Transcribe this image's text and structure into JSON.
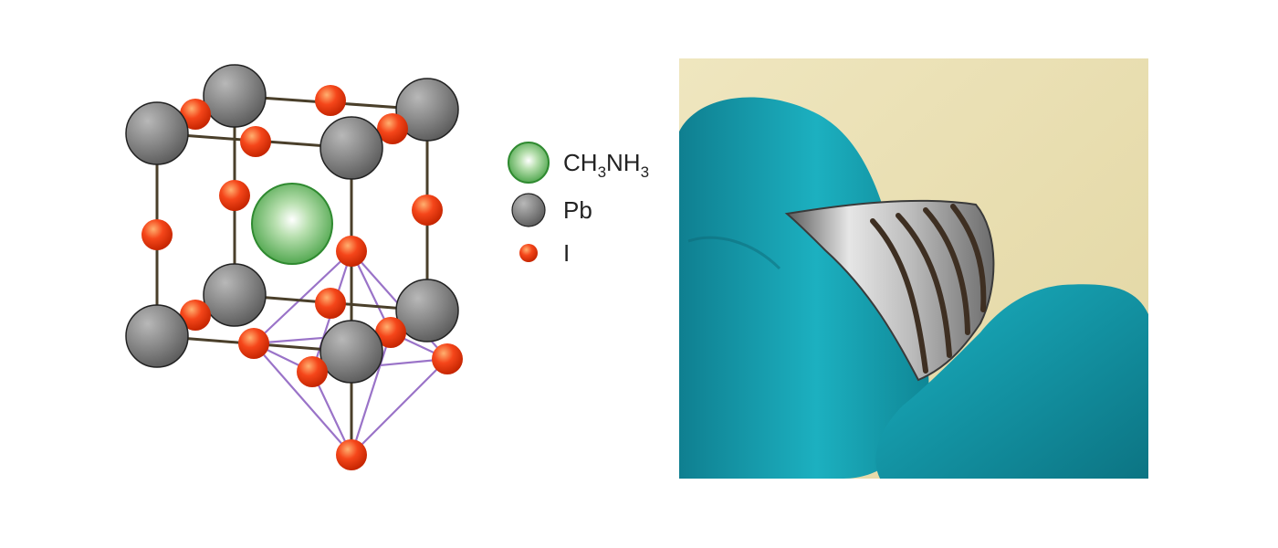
{
  "legend": {
    "ma": {
      "prefix": "CH",
      "sub1": "3",
      "mid": "NH",
      "sub2": "3"
    },
    "pb": {
      "label": "Pb"
    },
    "i": {
      "label": "I"
    }
  },
  "colors": {
    "methylammonium": "#4cab4c",
    "lead": "#7a7a7a",
    "iodide": "#f04010",
    "bond": "#4a3f2a",
    "octahedron": "#9a73c8",
    "photo_background": "#e8ddb0",
    "glove": "#1aa3b2"
  }
}
